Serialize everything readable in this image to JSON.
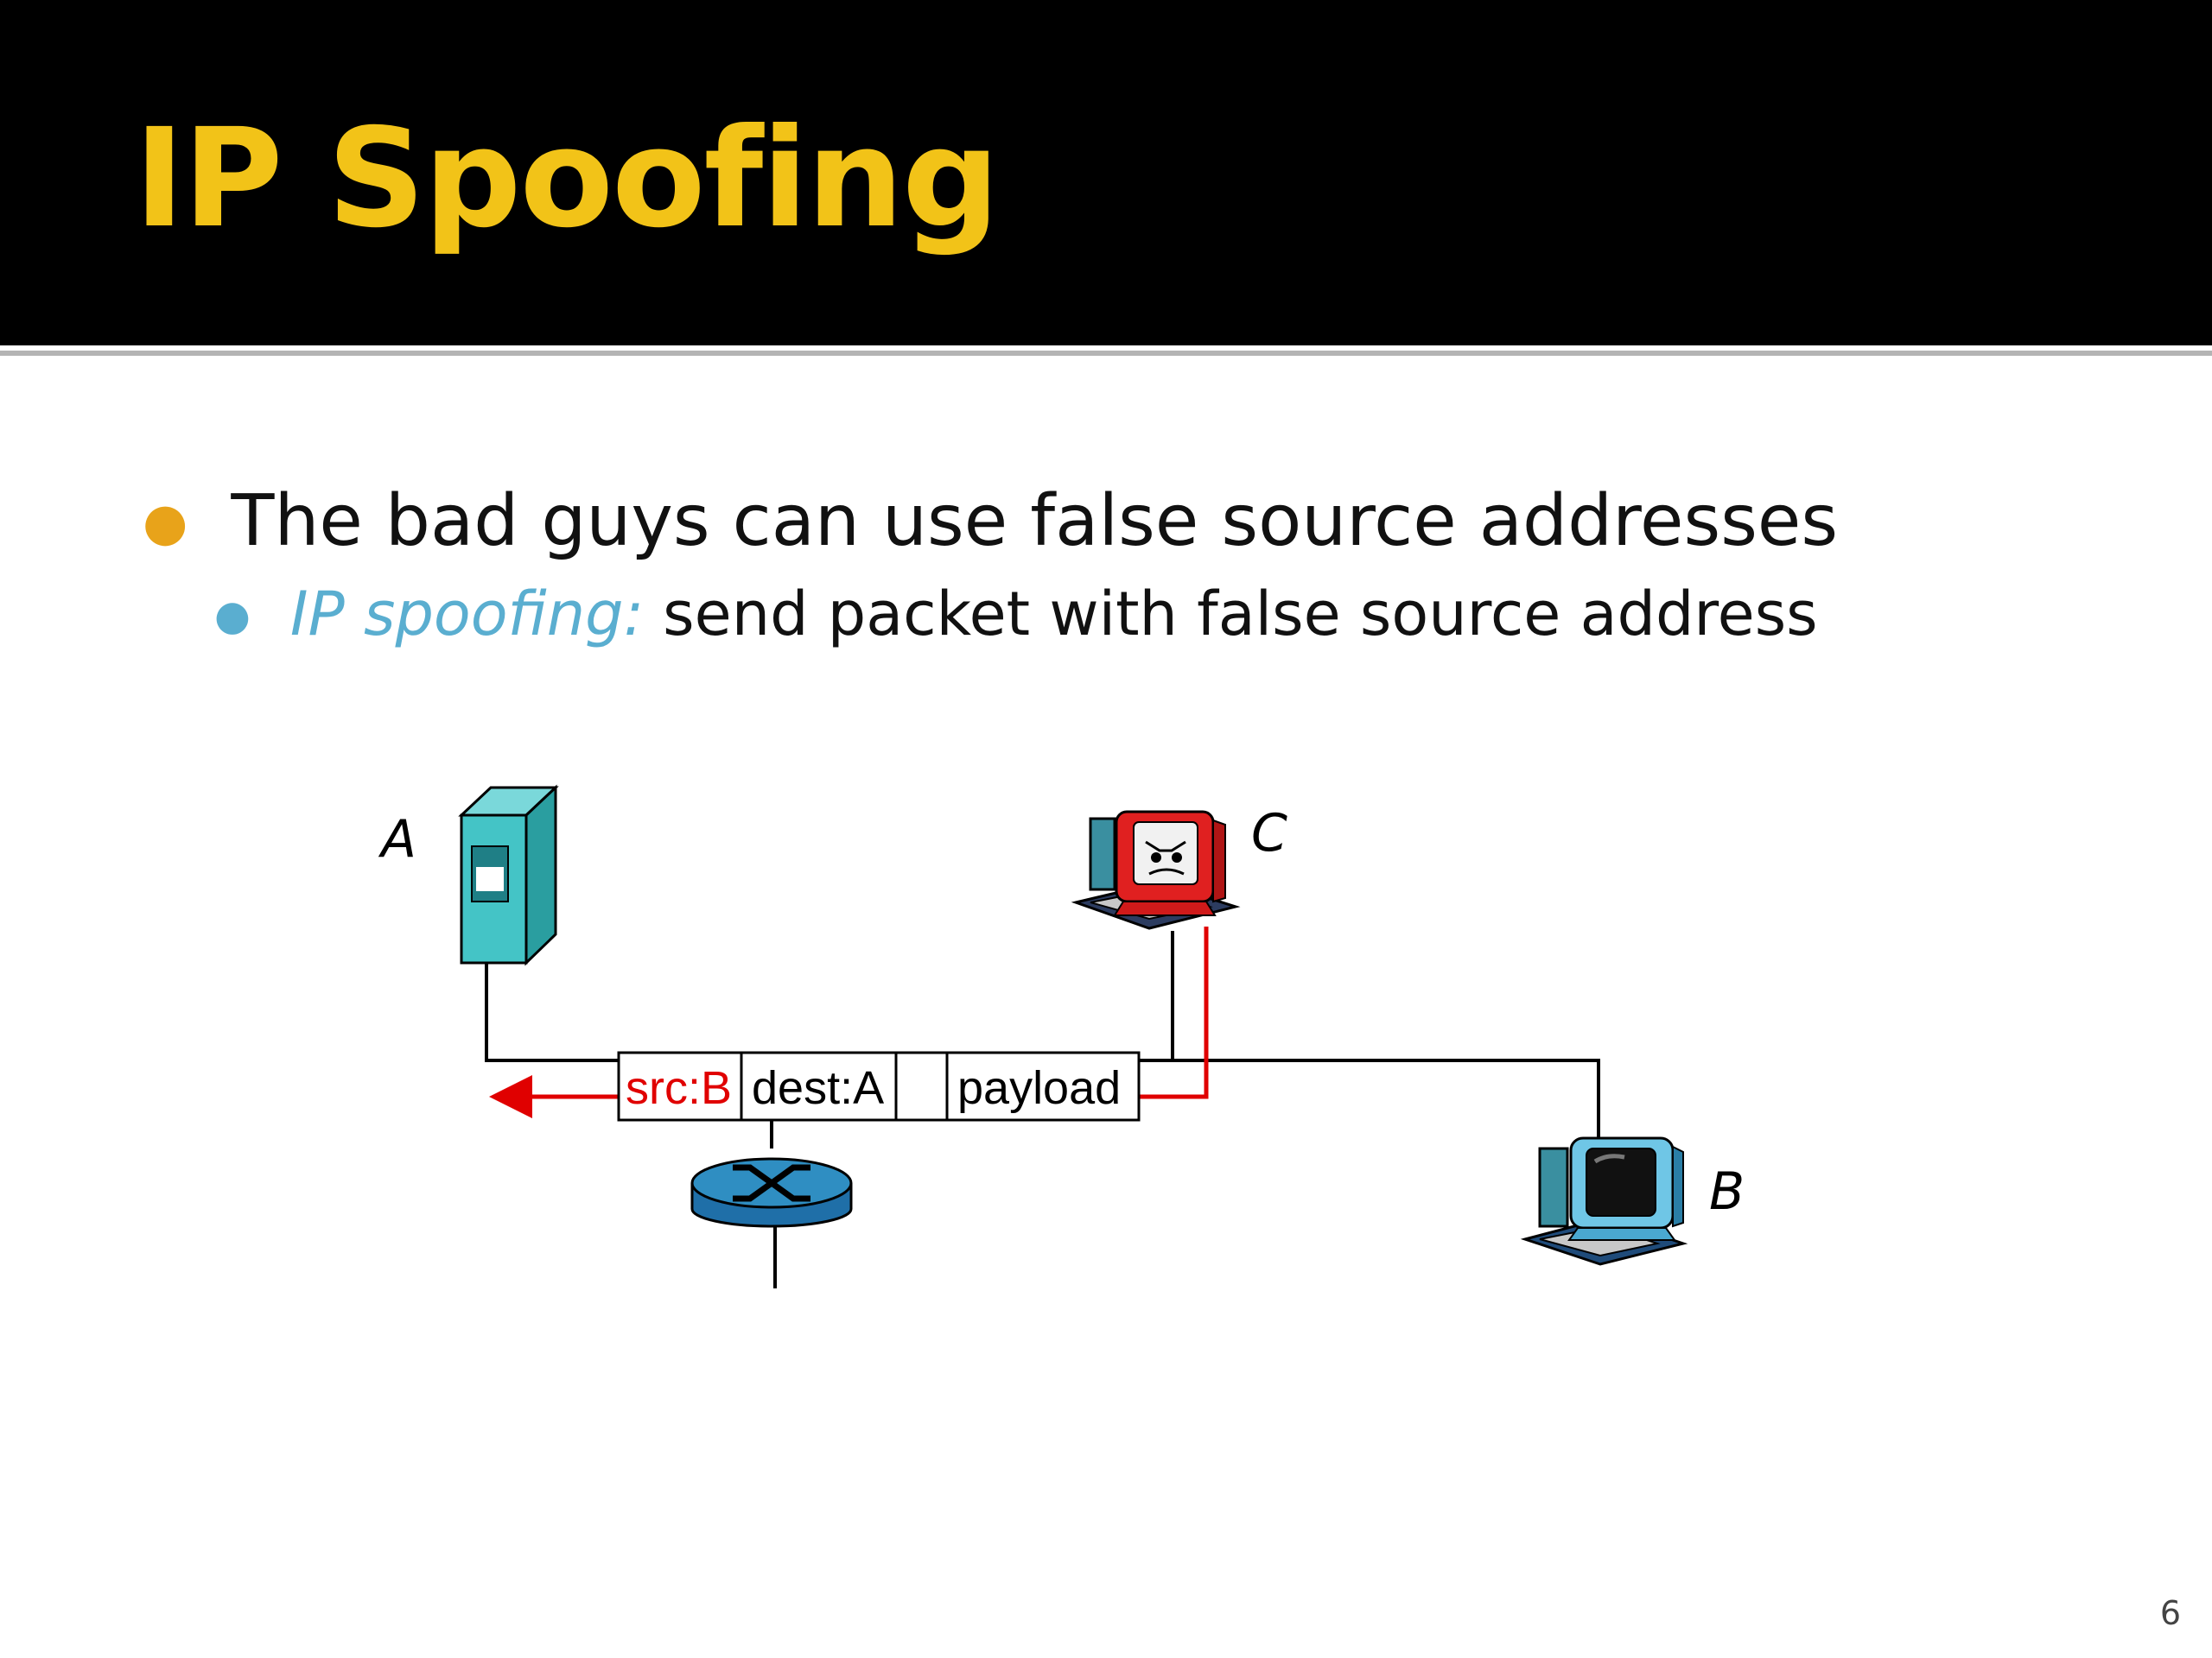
{
  "slide": {
    "title": "IP Spoofing",
    "bullet_1": "The bad guys can use false source addresses",
    "bullet_2_emphasis": "IP spoofing:",
    "bullet_2_rest": "send packet with false source address",
    "page_number": "6"
  },
  "diagram": {
    "nodes": {
      "a_label": "A",
      "b_label": "B",
      "c_label": "C"
    },
    "packet": {
      "src": "src:B",
      "dest": "dest:A",
      "payload": "payload"
    },
    "colors": {
      "spoof_path": "#e00000",
      "server": "#44c4c6",
      "router": "#2f8ec2",
      "attacker": "#e02020"
    }
  }
}
